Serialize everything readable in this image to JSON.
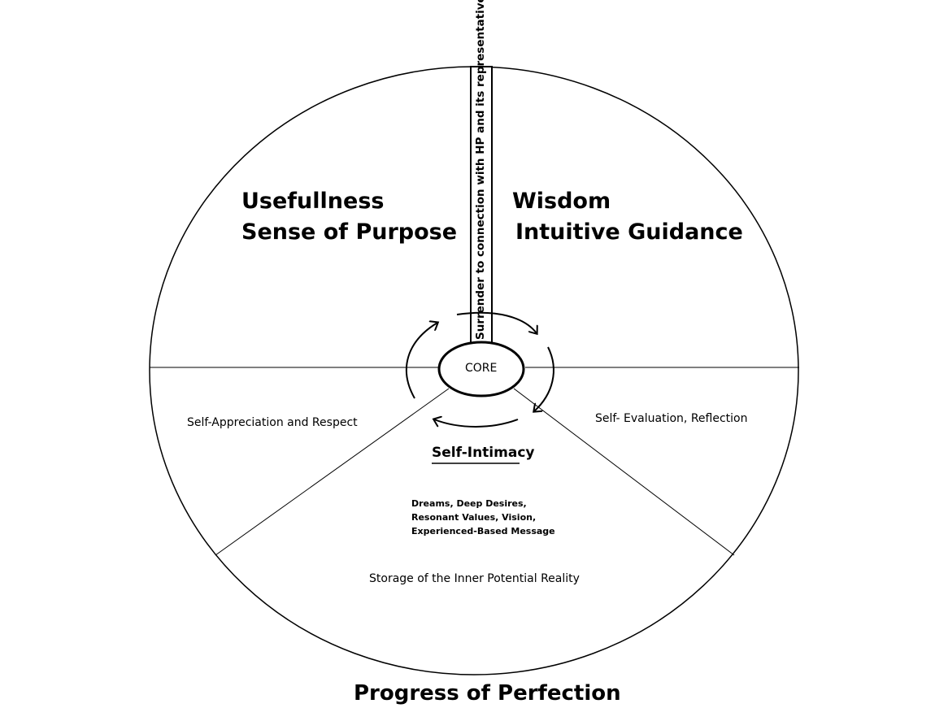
{
  "core": "CORE",
  "vertical_bar": "Surrender to connection with HP and its representatives",
  "quadrants": {
    "top_left": [
      "Usefullness",
      "Sense of Purpose"
    ],
    "top_right": [
      "Wisdom",
      "Intuitive Guidance"
    ],
    "left": "Self-Appreciation and Respect",
    "right": "Self- Evaluation, Reflection",
    "bottom": "Storage of the Inner Potential Reality"
  },
  "self_intimacy": "Self-Intimacy",
  "dreams": [
    "Dreams, Deep Desires,",
    "Resonant Values, Vision,",
    "Experienced-Based Message"
  ],
  "footer": "Progress of Perfection"
}
